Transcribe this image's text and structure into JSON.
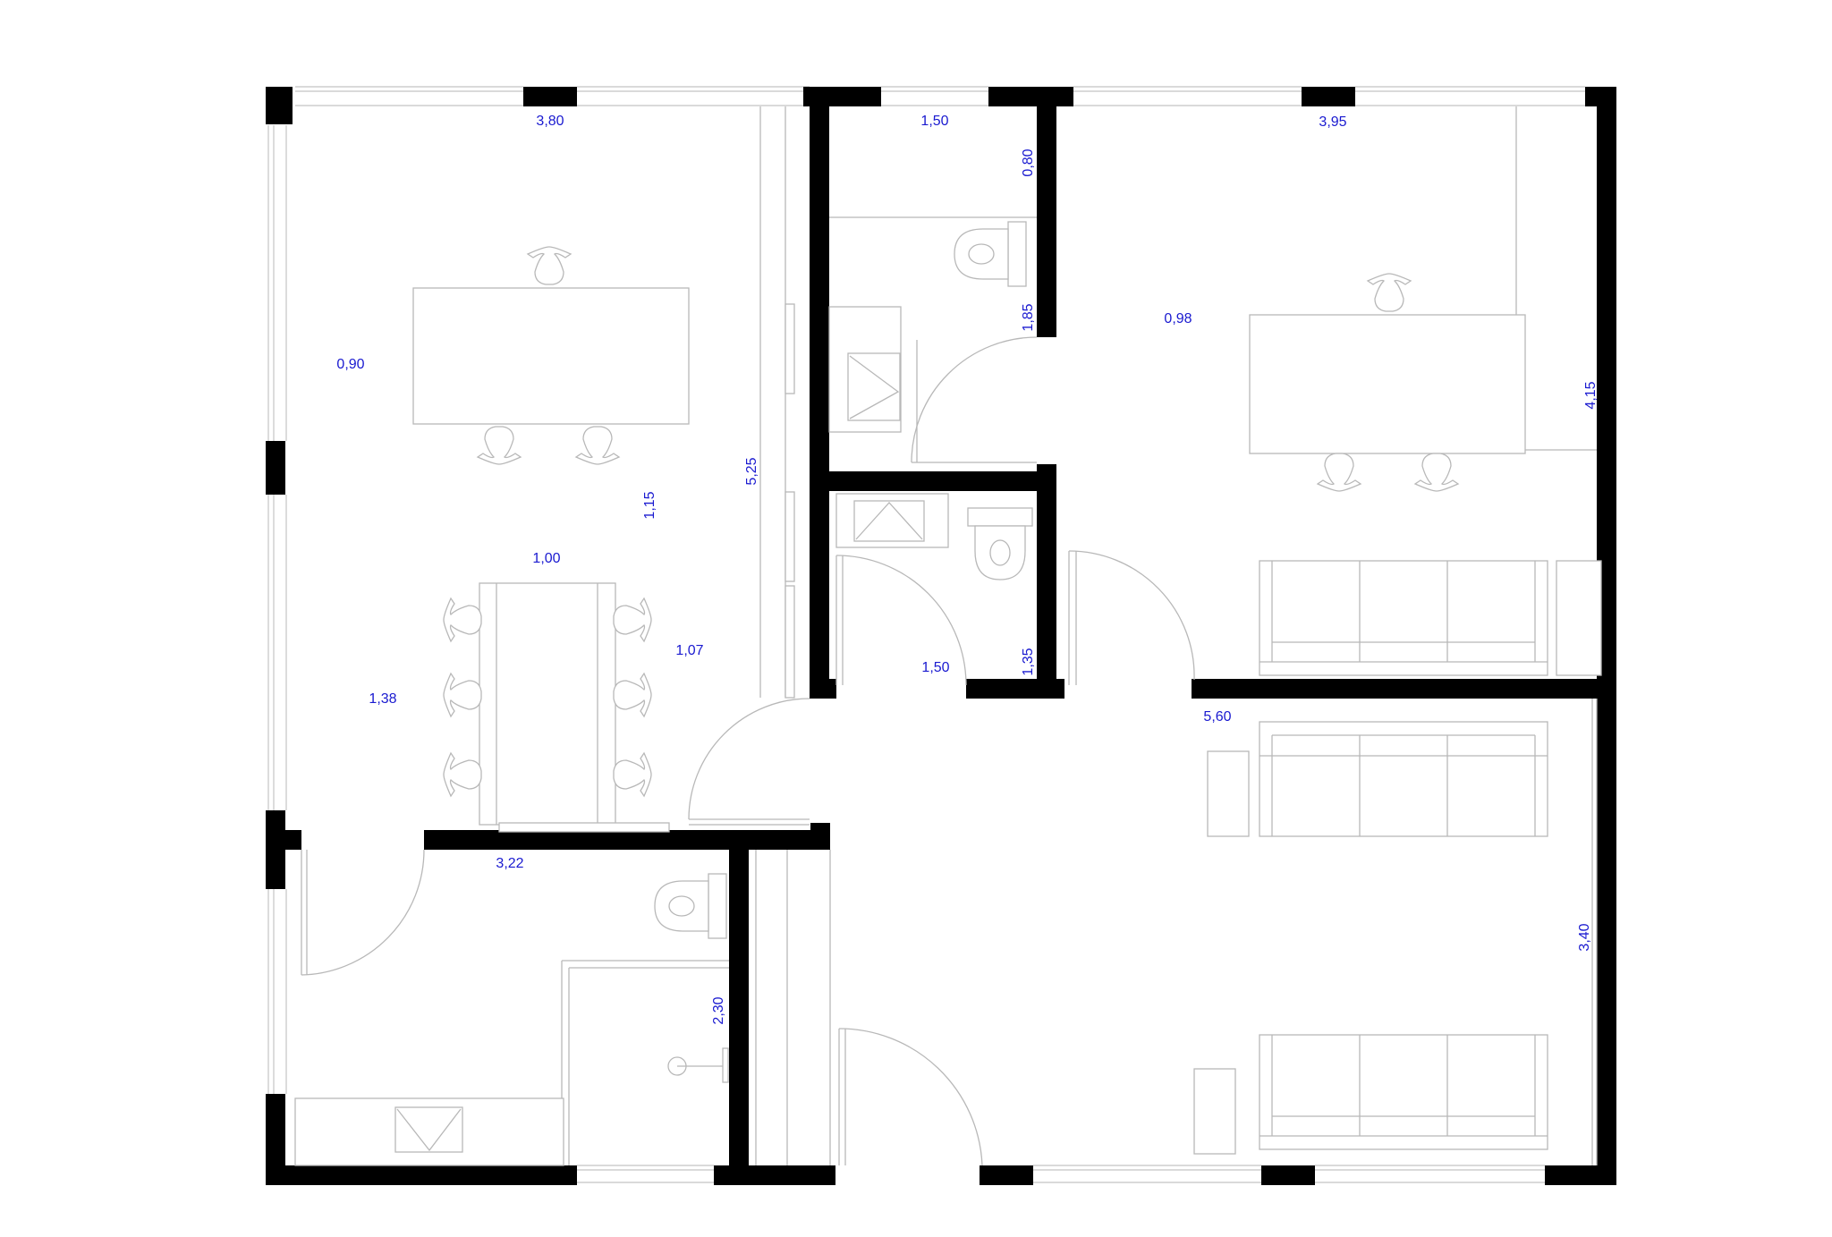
{
  "colors": {
    "wall": "#000000",
    "line": "#b8b8b8",
    "dimension": "#1a1ad0",
    "background": "#ffffff"
  },
  "icons": [
    "toilet-icon",
    "chair-icon",
    "sink-icon",
    "shower-icon",
    "door-swing-icon",
    "window-icon"
  ],
  "dimensions": {
    "d380": "3,80",
    "d150_top": "1,50",
    "d080": "0,80",
    "d395": "3,95",
    "d090": "0,90",
    "d185": "1,85",
    "d098": "0,98",
    "d415": "4,15",
    "d525": "5,25",
    "d115": "1,15",
    "d100": "1,00",
    "d107": "1,07",
    "d138": "1,38",
    "d150_mid": "1,50",
    "d135": "1,35",
    "d560": "5,60",
    "d322": "3,22",
    "d340": "3,40",
    "d230": "2,30"
  }
}
